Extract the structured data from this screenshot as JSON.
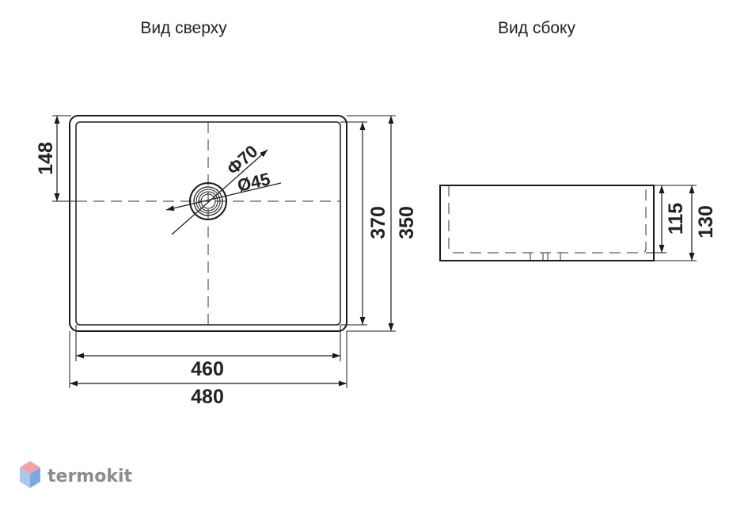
{
  "views": {
    "top_title": "Вид сверху",
    "side_title": "Вид сбоку"
  },
  "dimensions": {
    "inner_width": "460",
    "outer_width": "480",
    "inner_depth": "370",
    "outer_depth": "350",
    "drain_offset": "148",
    "drain_outer_diameter": "Ф70",
    "drain_inner_diameter": "Ø45",
    "inner_height": "115",
    "outer_height": "130"
  },
  "brand": {
    "name": "termokit",
    "colors": {
      "logo_top": "#f2a3a3",
      "logo_left": "#a9c8ef",
      "logo_right": "#7fa9e0"
    }
  },
  "colors": {
    "line": "#1a1a1a",
    "text": "#222222"
  }
}
